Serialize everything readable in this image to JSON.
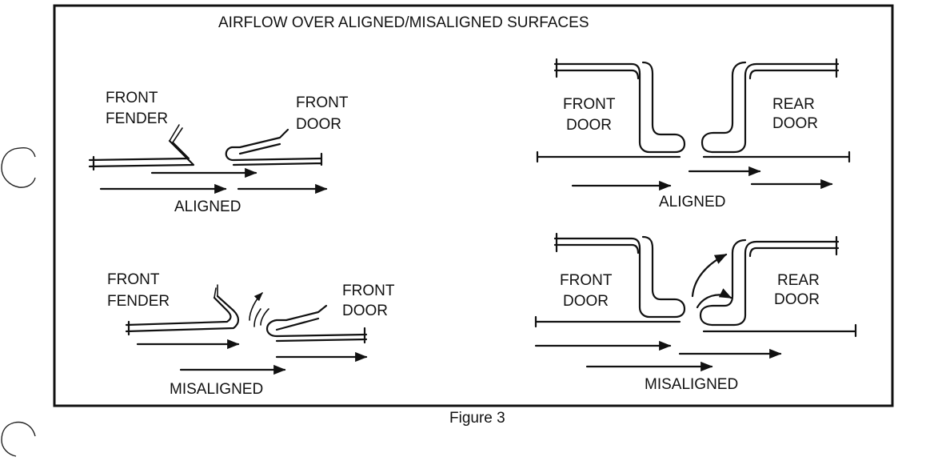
{
  "title": "AIRFLOW OVER ALIGNED/MISALIGNED SURFACES",
  "caption": "Figure 3",
  "panels": {
    "left_aligned": {
      "part_a": [
        "FRONT",
        "FENDER"
      ],
      "part_b": [
        "FRONT",
        "DOOR"
      ],
      "state": "ALIGNED"
    },
    "left_misaligned": {
      "part_a": [
        "FRONT",
        "FENDER"
      ],
      "part_b": [
        "FRONT",
        "DOOR"
      ],
      "state": "MISALIGNED"
    },
    "right_aligned": {
      "part_a": [
        "FRONT",
        "DOOR"
      ],
      "part_b": [
        "REAR",
        "DOOR"
      ],
      "state": "ALIGNED"
    },
    "right_misaligned": {
      "part_a": [
        "FRONT",
        "DOOR"
      ],
      "part_b": [
        "REAR",
        "DOOR"
      ],
      "state": "MISALIGNED"
    }
  }
}
